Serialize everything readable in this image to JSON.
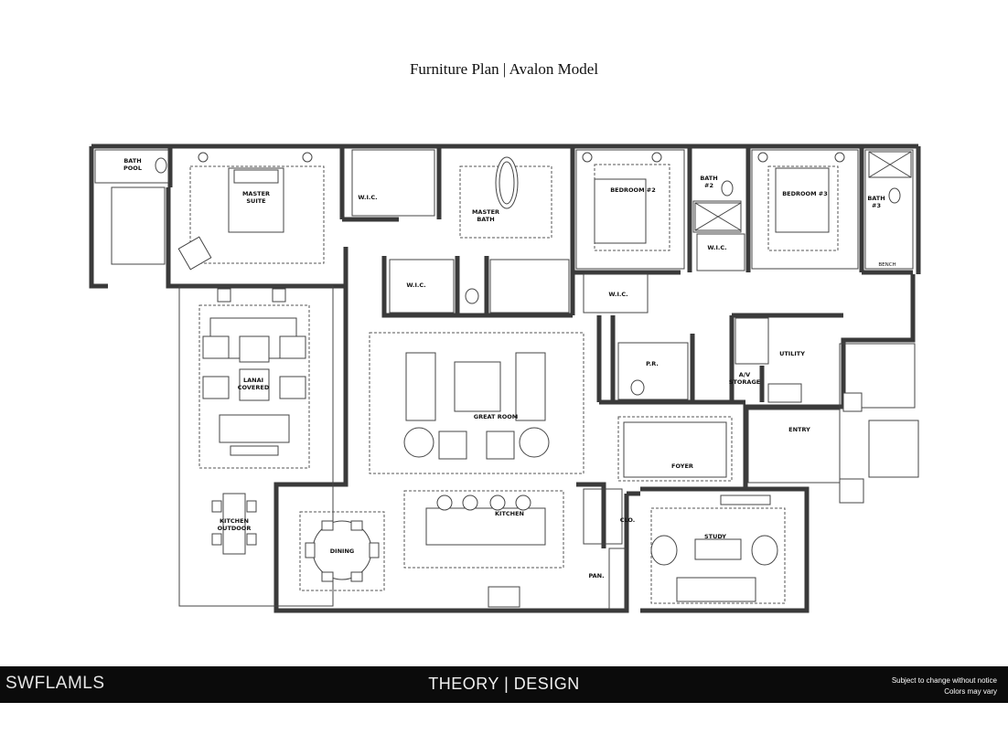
{
  "title": "Furniture Plan | Avalon Model",
  "rooms": {
    "bath_pool": [
      "BATH",
      "POOL"
    ],
    "master_suite": [
      "MASTER",
      "SUITE"
    ],
    "wic_master": "W.I.C.",
    "master_bath": [
      "MASTER",
      "BATH"
    ],
    "bedroom2": "BEDROOM #2",
    "bath2": [
      "BATH",
      "#2"
    ],
    "bedroom3": "BEDROOM #3",
    "bath3": [
      "BATH",
      "#3"
    ],
    "bench": "BENCH",
    "wic_hall": "W.I.C.",
    "wic_bed2": "W.I.C.",
    "wic_bed3": "W.I.C.",
    "lanai": [
      "LANAI",
      "COVERED"
    ],
    "great_room": "GREAT ROOM",
    "pr": "P.R.",
    "utility": "UTILITY",
    "av_storage": [
      "A/V",
      "STORAGE"
    ],
    "entry": "ENTRY",
    "foyer": "FOYER",
    "kitchen_outdoor": [
      "KITCHEN",
      "OUTDOOR"
    ],
    "dining": "DINING",
    "kitchen": "KITCHEN",
    "clo": "CLO.",
    "pan": "PAN.",
    "study": "STUDY"
  },
  "footer": {
    "mls": "SWFLAMLS",
    "brand": "THEORY | DESIGN",
    "note1": "Subject to change without notice",
    "note2": "Colors may vary"
  }
}
